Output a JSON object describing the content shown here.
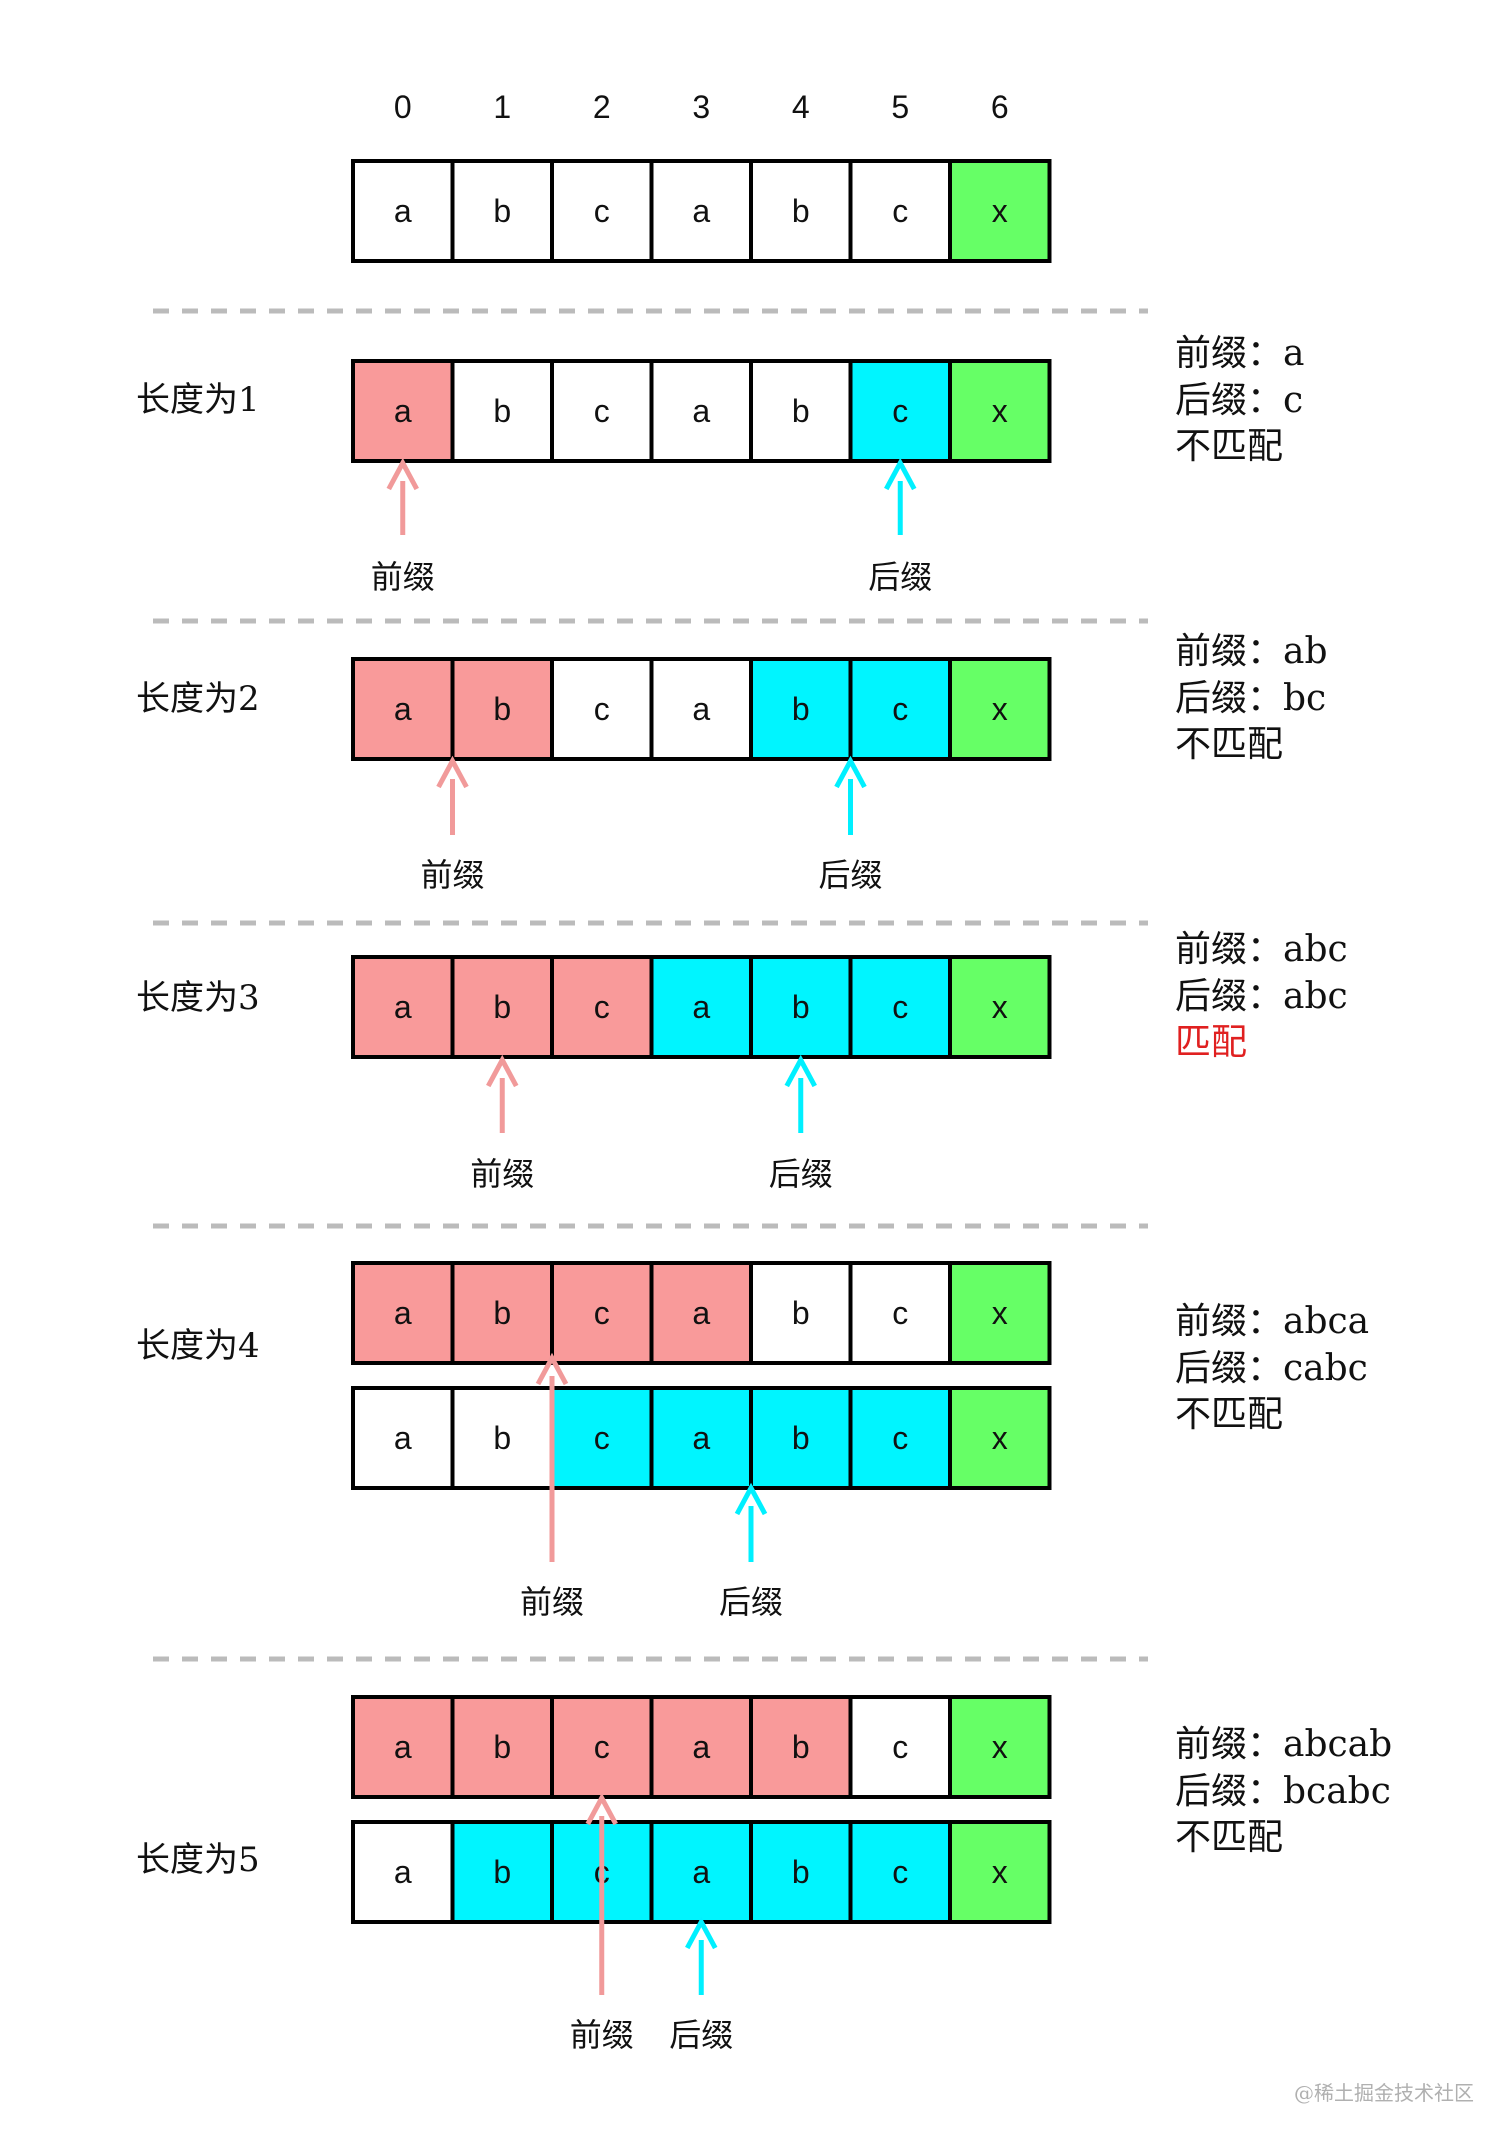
{
  "colors": {
    "prefix": "#F99A9A",
    "suffix": "#00F5FF",
    "last": "#66FF66",
    "plain": "#FFFFFF",
    "border": "#000000",
    "prefix_arrow": "#F19A9A",
    "suffix_arrow": "#00F0FF",
    "dash": "#BBBBBB",
    "match_text": "#E02020",
    "text": "#111111"
  },
  "indices": [
    "0",
    "1",
    "2",
    "3",
    "4",
    "5",
    "6"
  ],
  "top_row": [
    "a",
    "b",
    "c",
    "a",
    "b",
    "c",
    "x"
  ],
  "sections": [
    {
      "label": "长度为1",
      "rows": [
        {
          "cells": [
            "a",
            "b",
            "c",
            "a",
            "b",
            "c",
            "x"
          ],
          "colors": [
            "prefix",
            "plain",
            "plain",
            "plain",
            "plain",
            "suffix",
            "last"
          ]
        }
      ],
      "prefix_arrow_boundary": 0.5,
      "suffix_arrow_boundary": 5.5,
      "prefix_word": "前缀",
      "suffix_word": "后缀",
      "info": {
        "prefix_line": "前缀：a",
        "suffix_line": "后缀：c",
        "result": "不匹配",
        "match": false
      }
    },
    {
      "label": "长度为2",
      "rows": [
        {
          "cells": [
            "a",
            "b",
            "c",
            "a",
            "b",
            "c",
            "x"
          ],
          "colors": [
            "prefix",
            "prefix",
            "plain",
            "plain",
            "suffix",
            "suffix",
            "last"
          ]
        }
      ],
      "prefix_arrow_boundary": 1,
      "suffix_arrow_boundary": 5,
      "prefix_word": "前缀",
      "suffix_word": "后缀",
      "info": {
        "prefix_line": "前缀：ab",
        "suffix_line": "后缀：bc",
        "result": "不匹配",
        "match": false
      }
    },
    {
      "label": "长度为3",
      "rows": [
        {
          "cells": [
            "a",
            "b",
            "c",
            "a",
            "b",
            "c",
            "x"
          ],
          "colors": [
            "prefix",
            "prefix",
            "prefix",
            "suffix",
            "suffix",
            "suffix",
            "last"
          ]
        }
      ],
      "prefix_arrow_boundary": 1.5,
      "suffix_arrow_boundary": 4.5,
      "prefix_word": "前缀",
      "suffix_word": "后缀",
      "info": {
        "prefix_line": "前缀：abc",
        "suffix_line": "后缀：abc",
        "result": "匹配",
        "match": true
      }
    },
    {
      "label": "长度为4",
      "rows": [
        {
          "cells": [
            "a",
            "b",
            "c",
            "a",
            "b",
            "c",
            "x"
          ],
          "colors": [
            "prefix",
            "prefix",
            "prefix",
            "prefix",
            "plain",
            "plain",
            "last"
          ]
        },
        {
          "cells": [
            "a",
            "b",
            "c",
            "a",
            "b",
            "c",
            "x"
          ],
          "colors": [
            "plain",
            "plain",
            "suffix",
            "suffix",
            "suffix",
            "suffix",
            "last"
          ]
        }
      ],
      "prefix_arrow_boundary": 2,
      "suffix_arrow_boundary": 4,
      "prefix_word": "前缀",
      "suffix_word": "后缀",
      "info": {
        "prefix_line": "前缀：abca",
        "suffix_line": "后缀：cabc",
        "result": "不匹配",
        "match": false
      }
    },
    {
      "label": "长度为5",
      "rows": [
        {
          "cells": [
            "a",
            "b",
            "c",
            "a",
            "b",
            "c",
            "x"
          ],
          "colors": [
            "prefix",
            "prefix",
            "prefix",
            "prefix",
            "prefix",
            "plain",
            "last"
          ]
        },
        {
          "cells": [
            "a",
            "b",
            "c",
            "a",
            "b",
            "c",
            "x"
          ],
          "colors": [
            "plain",
            "suffix",
            "suffix",
            "suffix",
            "suffix",
            "suffix",
            "last"
          ]
        }
      ],
      "prefix_arrow_boundary": 2.5,
      "suffix_arrow_boundary": 3.5,
      "prefix_word": "前缀",
      "suffix_word": "后缀",
      "info": {
        "prefix_line": "前缀：abcab",
        "suffix_line": "后缀：bcabc",
        "result": "不匹配",
        "match": false
      }
    }
  ],
  "watermark": "@稀土掘金技术社区"
}
